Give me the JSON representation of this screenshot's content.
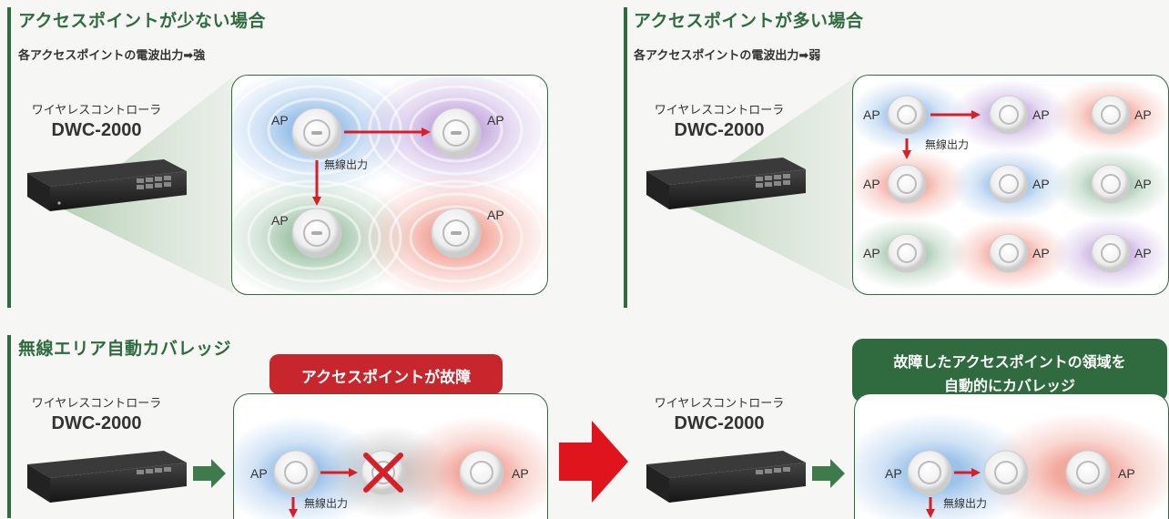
{
  "colors": {
    "brand_green": "#2f6b3f",
    "arrow_red": "#d61f26",
    "callout_red": "#c8262d",
    "callout_green": "#2f6b3f",
    "wave_blue": "#4a90d9",
    "wave_purple": "#9b6bc9",
    "wave_green": "#5a9a6a",
    "wave_red": "#e8604c"
  },
  "sections": {
    "few": {
      "title": "アクセスポイントが少ない場合",
      "subtitle": "各アクセスポイントの電波出力➡強",
      "controller_label": "ワイヤレスコントローラ",
      "controller_model": "DWC-2000",
      "ap_label": "AP",
      "output_label": "無線出力"
    },
    "many": {
      "title": "アクセスポイントが多い場合",
      "subtitle": "各アクセスポイントの電波出力➡弱",
      "controller_label": "ワイヤレスコントローラ",
      "controller_model": "DWC-2000",
      "ap_label": "AP",
      "output_label": "無線出力"
    },
    "auto": {
      "title": "無線エリア自動カバレッジ",
      "controller_label": "ワイヤレスコントローラ",
      "controller_model": "DWC-2000",
      "ap_label": "AP",
      "output_label": "無線出力",
      "failure_callout": "アクセスポイントが故障",
      "coverage_callout_line1": "故障したアクセスポイントの領域を",
      "coverage_callout_line2": "自動的にカバレッジ"
    }
  },
  "icons": {
    "controller": "network-switch-icon",
    "access_point": "access-point-icon",
    "failed": "red-x-icon",
    "flow": "right-arrow-icon"
  }
}
